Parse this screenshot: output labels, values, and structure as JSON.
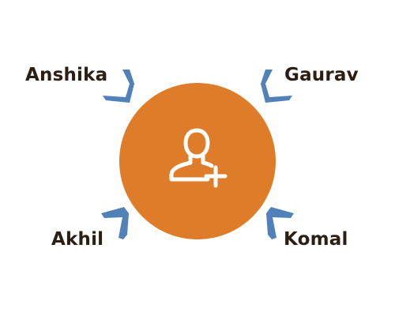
{
  "diagram": {
    "center": {
      "icon": "add-user-icon"
    },
    "people": [
      {
        "id": "anshika",
        "name": "Anshika"
      },
      {
        "id": "gaurav",
        "name": "Gaurav"
      },
      {
        "id": "akhil",
        "name": "Akhil"
      },
      {
        "id": "komal",
        "name": "Komal"
      }
    ]
  },
  "colors": {
    "center_fill": "#df7c2a",
    "connector": "#5081b9",
    "text": "#2b1f14",
    "icon_stroke": "#ffffff",
    "background": "#ffffff"
  }
}
